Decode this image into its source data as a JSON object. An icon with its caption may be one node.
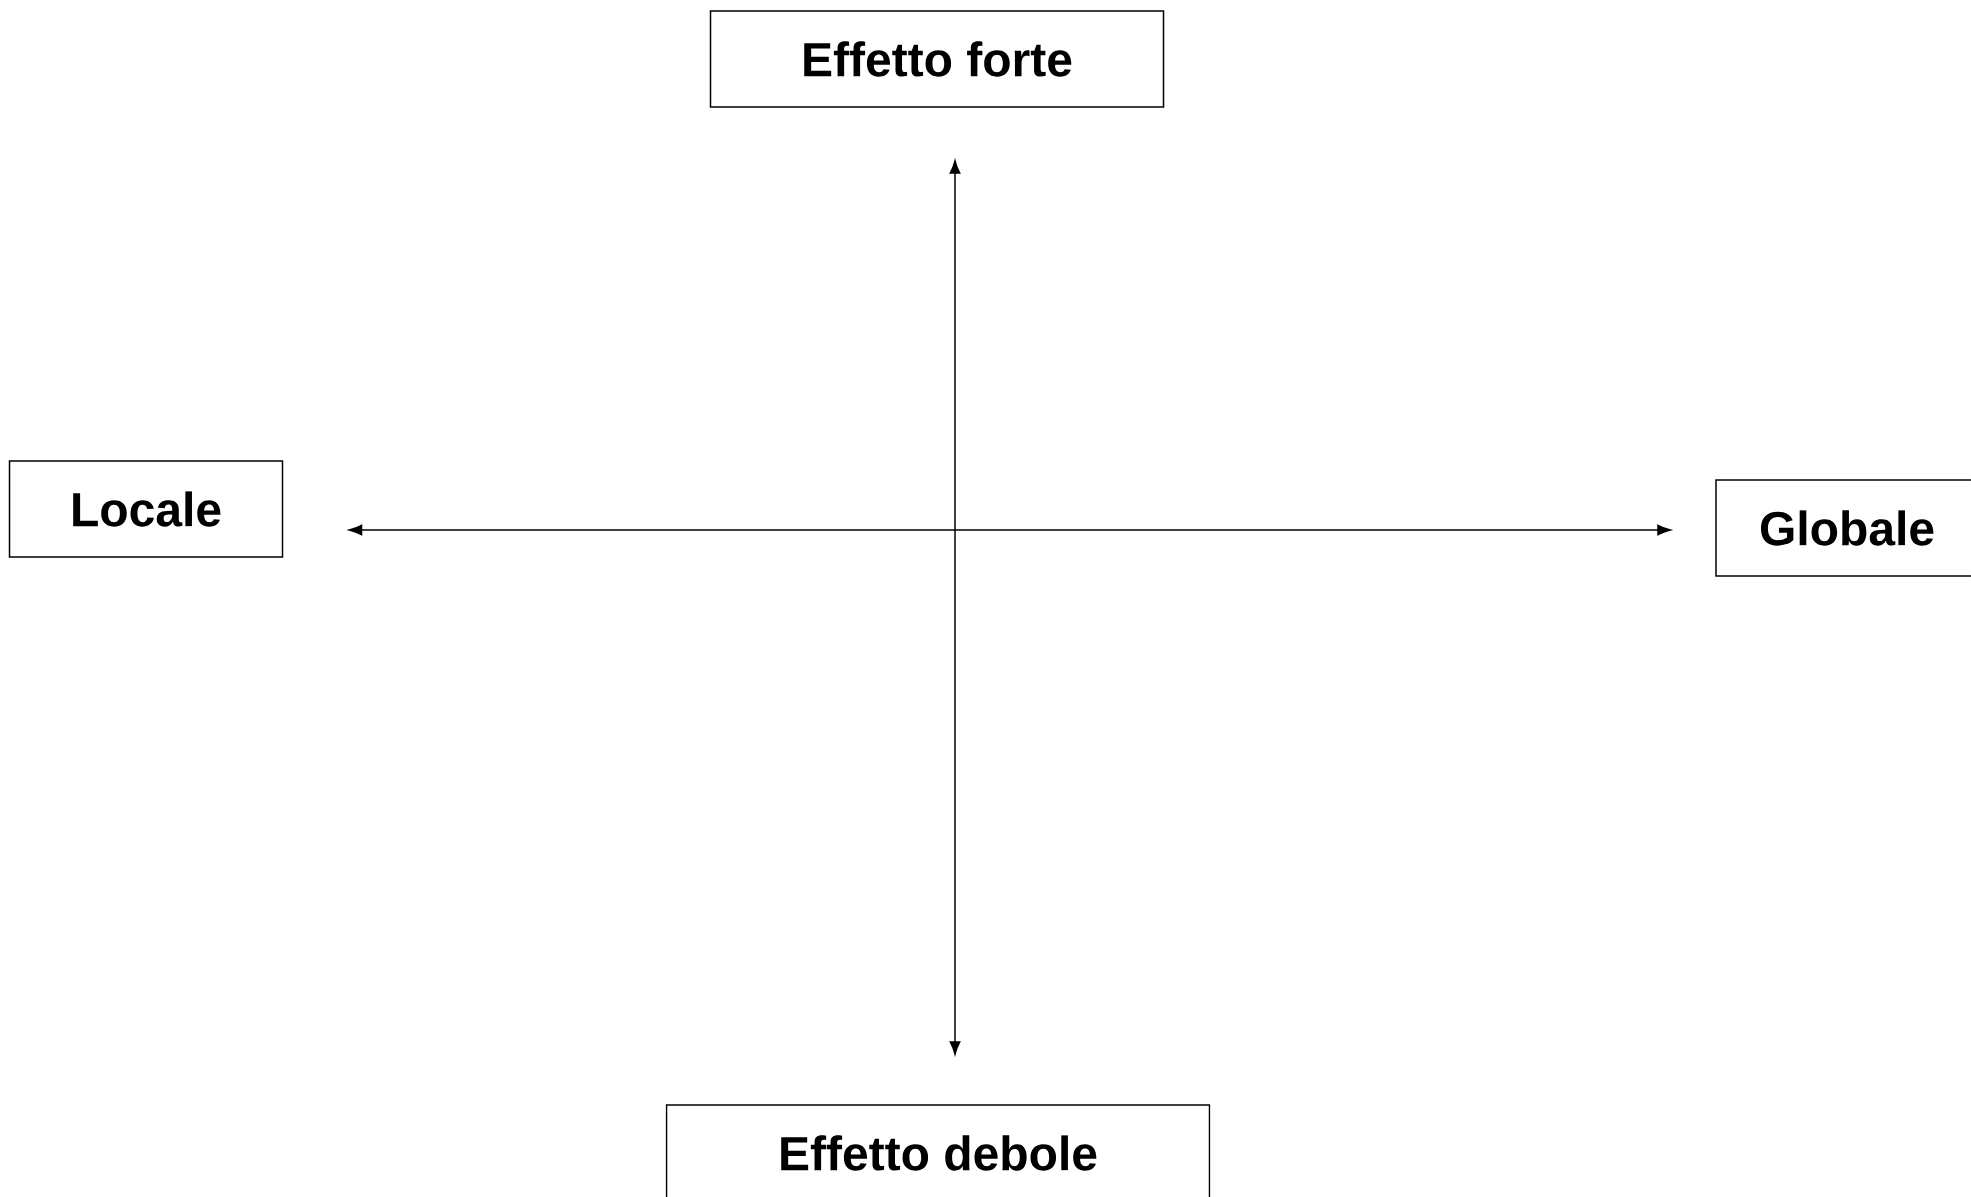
{
  "diagram": {
    "nodes": [
      {
        "text": [
          "Effetto forte"
        ]
      },
      {
        "text": [
          "Locale"
        ]
      },
      {
        "text": [
          "Globale"
        ]
      },
      {
        "text": [
          "Effetto debole"
        ]
      }
    ],
    "edges": [
      {
        "from": 0,
        "to": 3,
        "arrow": "both"
      },
      {
        "from": 1,
        "to": 2,
        "arrow": "both"
      }
    ]
  }
}
